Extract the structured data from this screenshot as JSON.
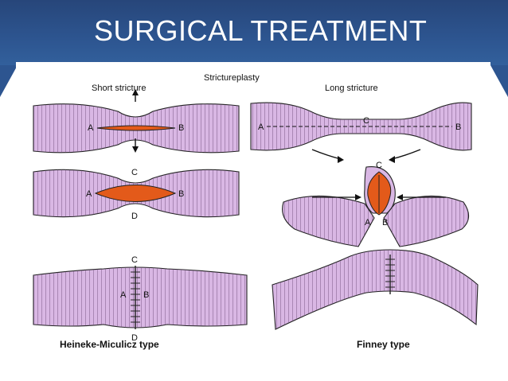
{
  "slide": {
    "title": "SURGICAL TREATMENT",
    "accent_color": "#2d5590",
    "text_color": "#ffffff"
  },
  "figure": {
    "heading": "Strictureplasty",
    "left_caption_top": "Short stricture",
    "right_caption_top": "Long stricture",
    "left_caption_bottom": "Heineke-Miculicz type",
    "right_caption_bottom": "Finney type",
    "points": {
      "a": "A",
      "b": "B",
      "c": "C",
      "d": "D"
    },
    "tissue_color": "#d9b7e4",
    "incision_color": "#e35a1a"
  }
}
